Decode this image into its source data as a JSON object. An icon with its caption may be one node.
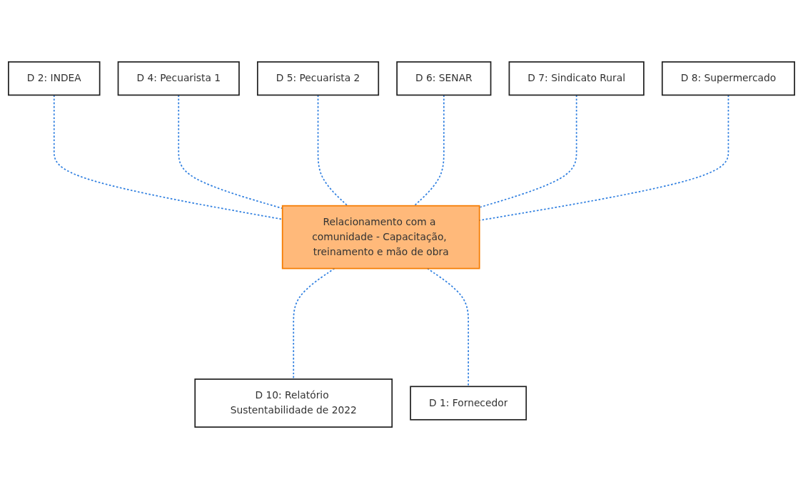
{
  "diagram": {
    "nodes": [
      {
        "text": [
          "D 2: INDEA"
        ]
      },
      {
        "text": [
          "D 4: Pecuarista 1"
        ]
      },
      {
        "text": [
          "D 5: Pecuarista 2"
        ]
      },
      {
        "text": [
          "D 6: SENAR"
        ]
      },
      {
        "text": [
          "D 7: Sindicato Rural"
        ]
      },
      {
        "text": [
          "D 8: Supermercado"
        ]
      },
      {
        "text": [
          "Relacionamento com a comunidade - Capacitação, treinamento e mão de obra"
        ]
      },
      {
        "text": [
          "D 10: Relatório Sustentabilidade de 2022"
        ]
      },
      {
        "text": [
          "D 1: Fornecedor"
        ]
      }
    ],
    "edges": [
      {
        "from": 0,
        "to": 6,
        "arrow": "none",
        "style": "dashed"
      },
      {
        "from": 1,
        "to": 6,
        "arrow": "none",
        "style": "dashed"
      },
      {
        "from": 2,
        "to": 6,
        "arrow": "none",
        "style": "dashed"
      },
      {
        "from": 3,
        "to": 6,
        "arrow": "none",
        "style": "dashed"
      },
      {
        "from": 4,
        "to": 6,
        "arrow": "none",
        "style": "dashed"
      },
      {
        "from": 5,
        "to": 6,
        "arrow": "none",
        "style": "dashed"
      },
      {
        "from": 6,
        "to": 7,
        "arrow": "none",
        "style": "dashed"
      },
      {
        "from": 6,
        "to": 8,
        "arrow": "none",
        "style": "dashed"
      }
    ]
  }
}
